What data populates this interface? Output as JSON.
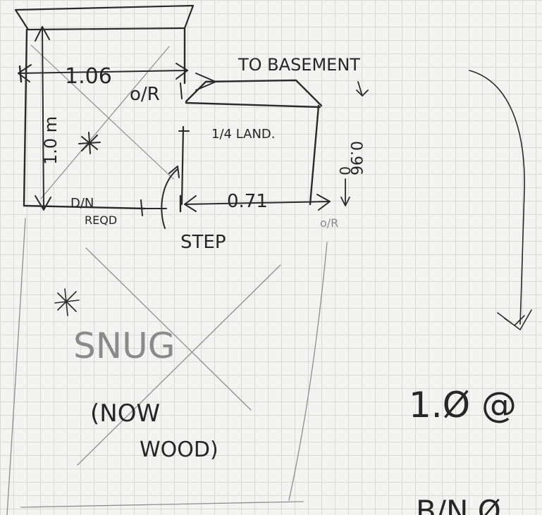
{
  "labels": {
    "width_dim": "1.06",
    "height_dim": "1.0 m",
    "landing_width_dim": "0.71",
    "right_dim": "0.96",
    "right_dim_sub": "0",
    "or_top": "o/R",
    "or_bottom": "o/R",
    "to_basement": "TO BASEMENT",
    "landing": "1/4 LAND.",
    "dn_reqd_line1": "D/N",
    "dn_reqd_line2": "REQD",
    "step": "STEP",
    "snug": "SNUG",
    "now_line1": "(NOW",
    "now_line2": "WOOD)",
    "right_note": "1.Ø @",
    "bottom_note": "B/N Ø"
  }
}
